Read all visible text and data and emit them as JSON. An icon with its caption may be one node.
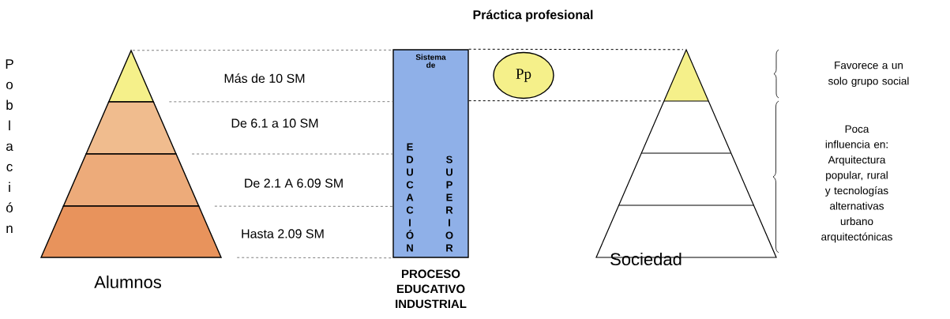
{
  "diagram": {
    "title": "Práctica profesional",
    "nodes": [
      {
        "text": [
          "Sistema de",
          "EDUCACIÓN",
          "SUPERIOR"
        ],
        "beside": [
          "PROCESO EDUCATIVO INDUSTRIAL"
        ]
      },
      {
        "text": [
          "Pp"
        ]
      },
      {
        "text": [],
        "shape": "triangle"
      },
      {
        "text": [],
        "shape": "triangle"
      }
    ],
    "edges": [
      {
        "from": 2,
        "to": 0,
        "arrow": "none",
        "style": "dashed"
      },
      {
        "from": 2,
        "to": 0,
        "arrow": "none",
        "style": "dashed"
      },
      {
        "from": 2,
        "to": 0,
        "arrow": "none",
        "style": "dashed"
      },
      {
        "from": 2,
        "to": 0,
        "arrow": "none",
        "style": "dashed"
      },
      {
        "from": 2,
        "to": 0,
        "arrow": "none",
        "style": "dashed"
      },
      {
        "from": 0,
        "to": 3,
        "arrow": "none",
        "style": "dashed",
        "color": "#000000"
      },
      {
        "from": 0,
        "to": 3,
        "arrow": "none",
        "style": "dashed",
        "color": "#000000"
      }
    ],
    "labels": [
      "Población",
      "Más de 10 SM",
      "De 6.1 a 10 SM",
      "De 2.1 A 6.09 SM",
      "Hasta 2.09 SM",
      "Alumnos",
      "Sociedad",
      "Favorece a un solo grupo social",
      "Poca influencia en: Arquitectura popular, rural y tecnologías alternativas urbano arquitectónicas"
    ]
  }
}
